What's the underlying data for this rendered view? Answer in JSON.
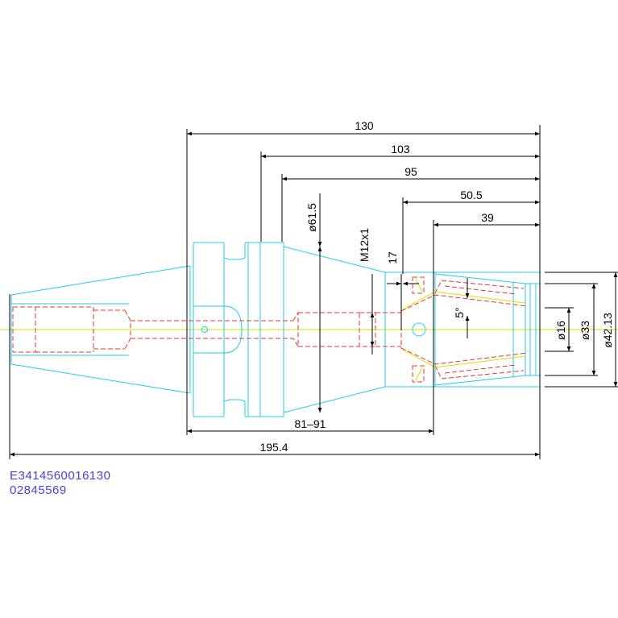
{
  "drawing": {
    "dimensions": {
      "len_130": "130",
      "len_103": "103",
      "len_95": "95",
      "len_50_5": "50.5",
      "len_39": "39",
      "len_81_91": "81–91",
      "len_195_4": "195.4",
      "dia_61_5": "ø61.5",
      "thread_m12": "M12x1",
      "len_17": "17",
      "angle_5": "5°",
      "dia_16": "ø16",
      "dia_33": "ø33",
      "dia_42_13": "ø42.13"
    },
    "colors": {
      "outline": "#22ccee",
      "hidden": "#ee3333",
      "axis": "#dddd00",
      "dimension": "#000000",
      "code_text": "#4444dd"
    }
  },
  "codes": {
    "line1": "E3414560016130",
    "line2": "02845569"
  }
}
